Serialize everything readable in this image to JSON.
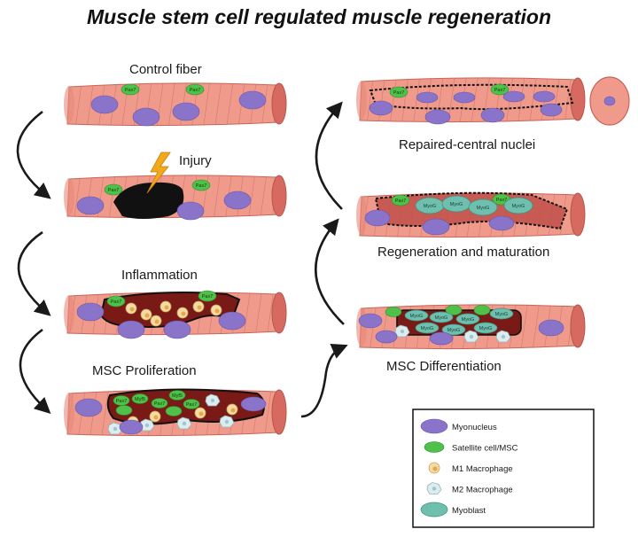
{
  "title": "Muscle stem cell regulated muscle regeneration",
  "stages": {
    "control": "Control fiber",
    "injury": "Injury",
    "inflammation": "Inflammation",
    "proliferation": "MSC Proliferation",
    "differentiation": "MSC Differentiation",
    "regeneration": "Regeneration and maturation",
    "repaired": "Repaired-central nuclei"
  },
  "cell_labels": {
    "pax7": "Pax7",
    "myog": "MyoG",
    "myf5": "Myf5"
  },
  "legend": {
    "items": [
      {
        "label": "Myonucleus",
        "icon": "myonucleus-icon"
      },
      {
        "label": "Satellite cell/MSC",
        "icon": "satellite-cell-icon"
      },
      {
        "label": "M1 Macrophage",
        "icon": "m1-macrophage-icon"
      },
      {
        "label": "M2 Macrophage",
        "icon": "m2-macrophage-icon"
      },
      {
        "label": "Myoblast",
        "icon": "myoblast-icon"
      }
    ]
  },
  "colors": {
    "fiber": "#ef9a8a",
    "fiber_stripe": "#c8655a",
    "fiber_end": "#d66a60",
    "myonucleus": "#8a74c9",
    "satellite": "#4fc04a",
    "m1_macrophage": "#f3dca4",
    "m2_macrophage": "#dcecef",
    "myoblast": "#6fbfae",
    "injury": "#111111",
    "inflamed": "#7a1a16",
    "bolt": "#f2a91c"
  }
}
